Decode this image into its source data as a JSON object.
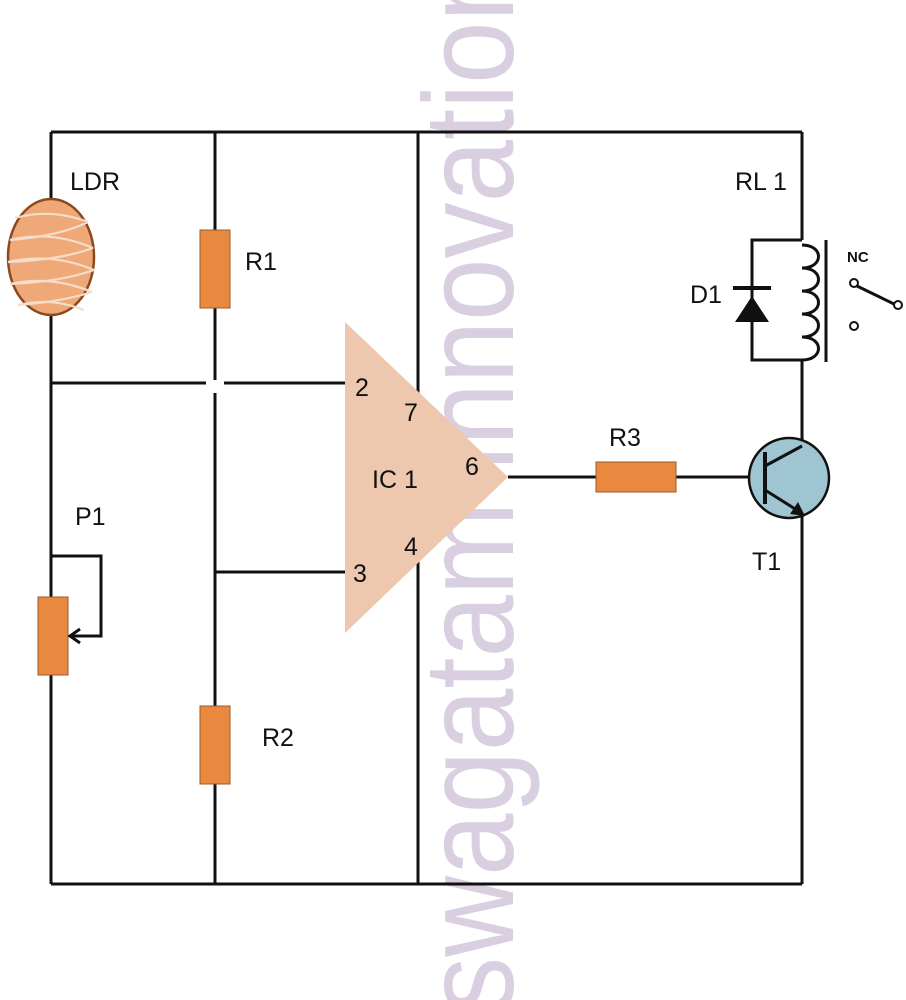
{
  "watermark": "swagatam innovations",
  "components": {
    "ldr": {
      "label": "LDR"
    },
    "r1": {
      "label": "R1"
    },
    "r2": {
      "label": "R2"
    },
    "r3": {
      "label": "R3"
    },
    "p1": {
      "label": "P1"
    },
    "ic1": {
      "label": "IC 1",
      "pins": {
        "inv": "2",
        "vcc": "7",
        "out": "6",
        "noninv": "3",
        "gnd": "4"
      }
    },
    "relay": {
      "label": "RL 1",
      "contact": "NC"
    },
    "d1": {
      "label": "D1"
    },
    "t1": {
      "label": "T1"
    }
  },
  "colors": {
    "resistor": "#e8893f",
    "ldr": "#efa877",
    "ic": "#edc7ae",
    "transistor": "#9ec5d1",
    "watermark": "#d9cfe0"
  }
}
